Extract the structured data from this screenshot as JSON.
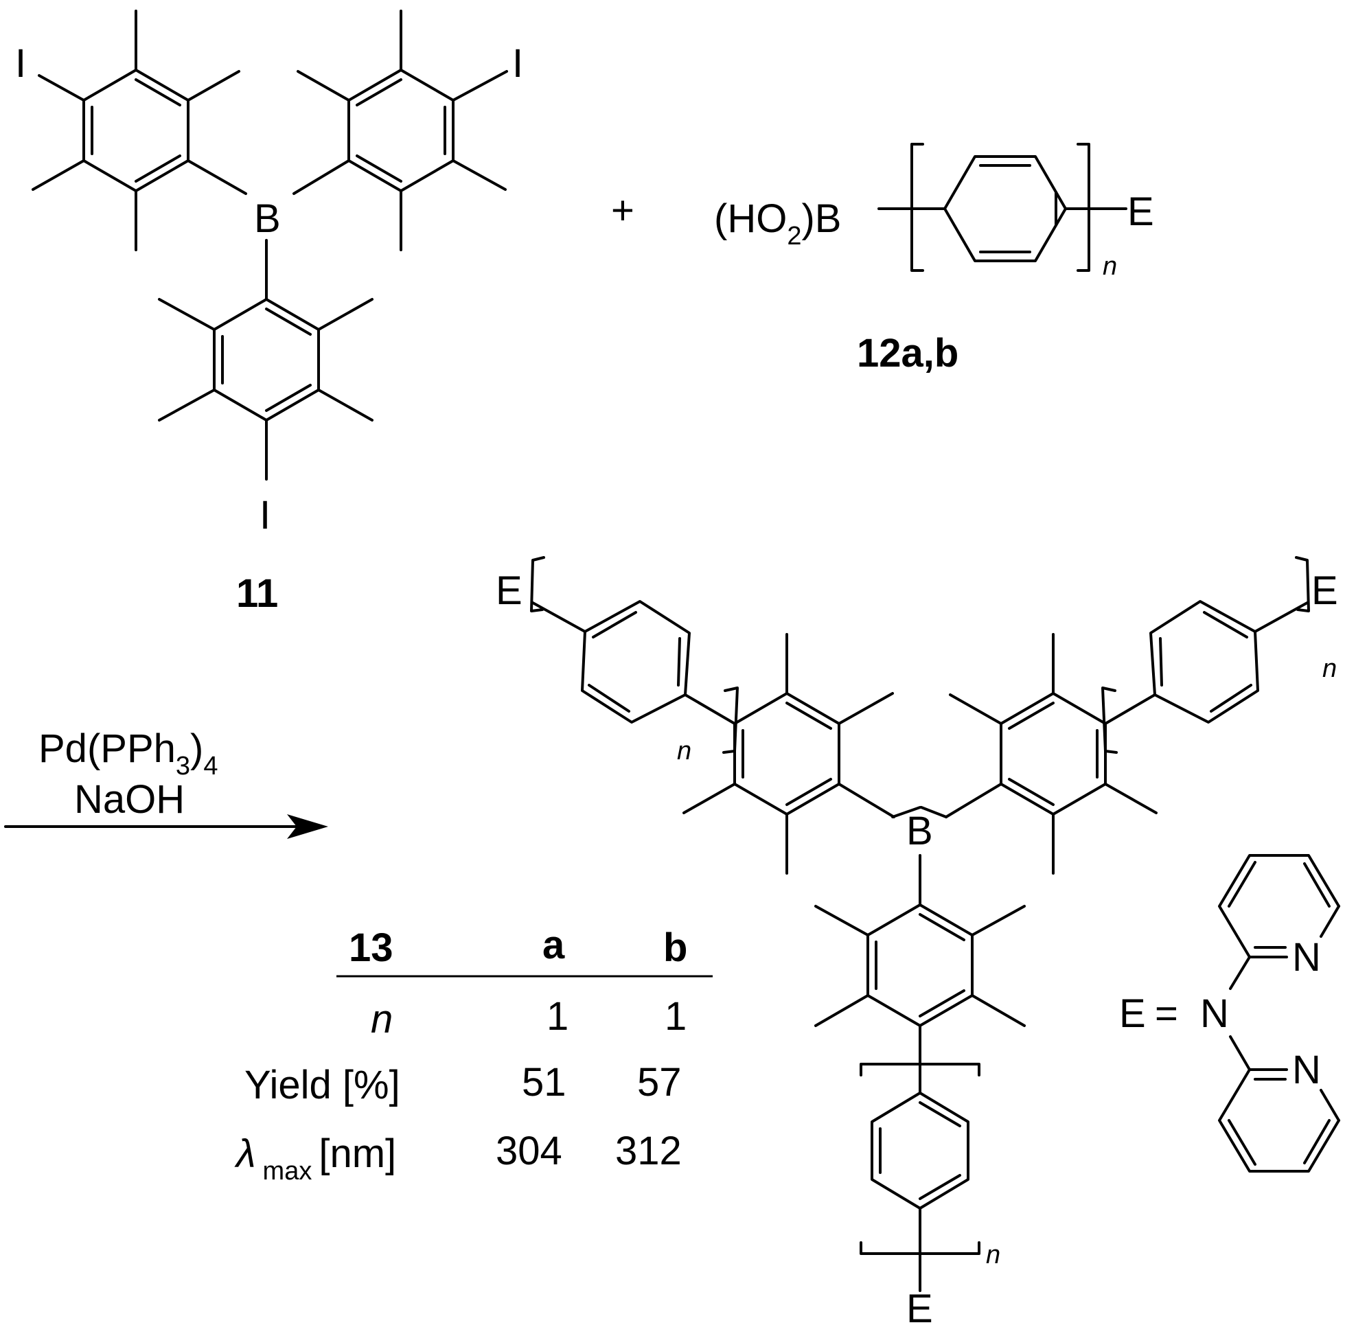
{
  "reactant_11": {
    "label": "11",
    "atoms": {
      "boron": "B",
      "iodo_1": "I",
      "iodo_2": "I",
      "iodo_3": "I"
    }
  },
  "plus_sign": "+",
  "reactant_12": {
    "label": "12a,b",
    "boronic_prefix": "(HO",
    "boronic_sub": "2",
    "boronic_suffix": ")B",
    "end_group": "E",
    "repeat": "n"
  },
  "conditions": {
    "catalyst_main": "Pd(PPh",
    "catalyst_sub1": "3",
    "catalyst_close": ")",
    "catalyst_sub2": "4",
    "base": "NaOH"
  },
  "product_13": {
    "boron": "B",
    "end_group_left": "E",
    "end_group_right": "E",
    "end_group_bottom": "E",
    "repeat_left": "n",
    "repeat_right": "n",
    "repeat_bottom": "n"
  },
  "definition": {
    "lhs": "E",
    "equals": "=",
    "amine_n": "N",
    "pyridine_n_top": "N",
    "pyridine_n_bottom": "N"
  },
  "table": {
    "headers": [
      "13",
      "a",
      "b"
    ],
    "rows": [
      {
        "label": "n",
        "a": "1",
        "b": "1"
      },
      {
        "label": "Yield [%]",
        "a": "51",
        "b": "57"
      },
      {
        "label_symbol": "λ",
        "label_sub": "max",
        "label_unit": "[nm]",
        "a": "304",
        "b": "312"
      }
    ]
  }
}
